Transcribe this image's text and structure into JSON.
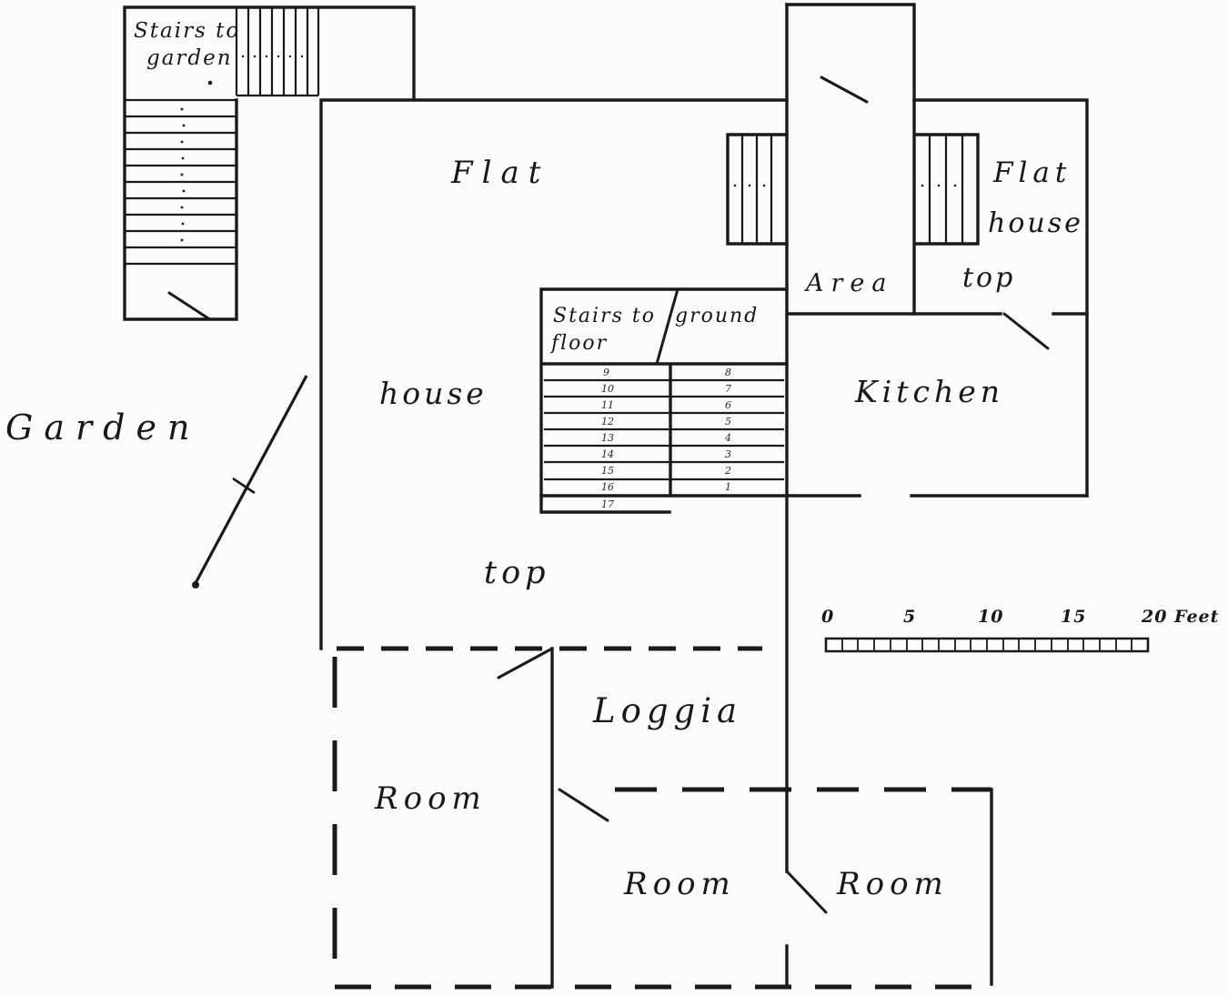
{
  "labels": {
    "stairs_to_garden_1": "Stairs to",
    "stairs_to_garden_2": "garden",
    "flat_left": "Flat",
    "flat_house_1": "Flat",
    "flat_house_2": "house",
    "flat_house_3": "top",
    "area": "Area",
    "kitchen": "Kitchen",
    "stairs_to_ground_1": "Stairs to",
    "stairs_to_ground_2": "ground",
    "stairs_to_ground_3": "floor",
    "house": "house",
    "house_top": "top",
    "garden": "Garden",
    "loggia": "Loggia",
    "room_left": "Room",
    "room_center": "Room",
    "room_right": "Room"
  },
  "scale_bar": {
    "ticks": [
      "0",
      "5",
      "10",
      "15",
      "20"
    ],
    "unit": "Feet"
  },
  "stair_numbers": {
    "upper_flight": [
      "9",
      "10",
      "11",
      "12",
      "13",
      "14",
      "15",
      "16",
      "17"
    ],
    "lower_flight": [
      "8",
      "7",
      "6",
      "5",
      "4",
      "3",
      "2",
      "1"
    ]
  },
  "colors": {
    "ink": "#1a1a1a",
    "paper": "#fcfcfa"
  }
}
